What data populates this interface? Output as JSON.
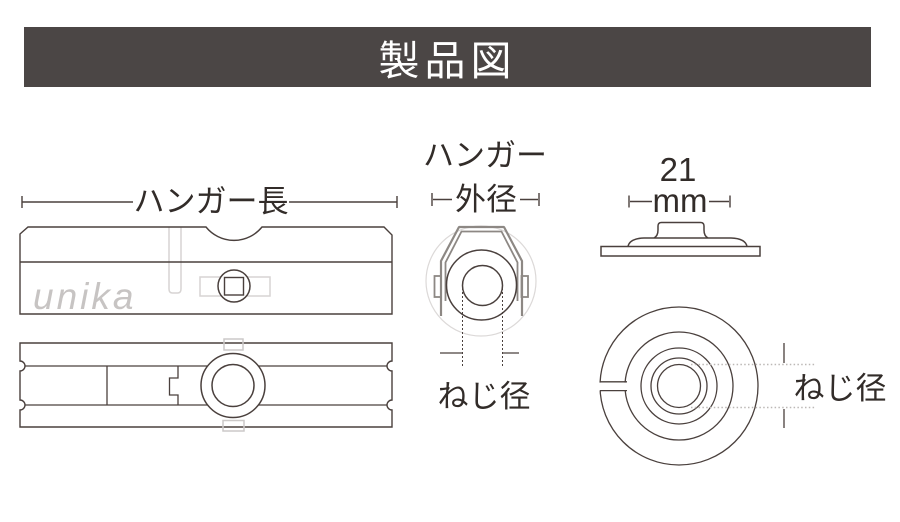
{
  "header": {
    "title": "製品図"
  },
  "side_view": {
    "dim_label": "ハンガー長",
    "brand": "unika"
  },
  "end_view": {
    "dim_label_line1": "ハンガー",
    "dim_label_line2": "外径",
    "screw_dim_label": "ねじ径"
  },
  "flange_view": {
    "dim_value": "21",
    "dim_unit": "mm",
    "screw_dim_label": "ねじ径"
  },
  "colors": {
    "banner_bg": "#4b4645",
    "banner_text": "#ffffff",
    "line_dark": "#4a403d",
    "text_dark": "#322c29",
    "profile_gray": "#8d8884",
    "ghost_gray": "#dcd9d8",
    "light_gray": "#d7d4d3",
    "brand_gray": "#c7c4c3"
  }
}
